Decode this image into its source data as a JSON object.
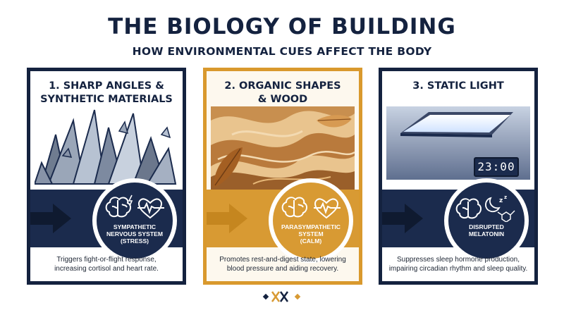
{
  "title": "THE BIOLOGY OF BUILDING",
  "subtitle": "HOW ENVIRONMENTAL CUES AFFECT THE BODY",
  "panels": [
    {
      "heading": "1. SHARP ANGLES &\nSYNTHETIC MATERIALS",
      "circle_label": "SYMPATHETIC\nNERVOUS SYSTEM\n(STRESS)",
      "description": "Triggers fight-or-flight response,\nincreasing cortisol and heart rate.",
      "icons": [
        "crystals-illustration",
        "brain-icon",
        "lightning-icon",
        "heart-pulse-icon",
        "arrow-icon"
      ]
    },
    {
      "heading": "2. ORGANIC SHAPES\n& WOOD",
      "circle_label": "PARASYMPATHETIC\nSYSTEM\n(CALM)",
      "description": "Promotes rest-and-digest state, lowering\nblood pressure and aiding recovery.",
      "icons": [
        "wood-leaves-illustration",
        "brain-icon",
        "heart-pulse-icon",
        "arrow-icon"
      ]
    },
    {
      "heading": "3. STATIC LIGHT",
      "clock": "23:00",
      "circle_label": "DISRUPTED\nMELATONIN",
      "description": "Suppresses sleep hormone production,\nimpairing circadian rhythm and sleep quality.",
      "icons": [
        "ceiling-light-illustration",
        "digital-clock-icon",
        "brain-icon",
        "moon-icon",
        "zzz-icon",
        "molecule-icon",
        "arrow-icon"
      ]
    }
  ],
  "colors": {
    "navy": "#14223f",
    "gold": "#d89a33",
    "panel_gold_bg": "#fdf8ee"
  }
}
